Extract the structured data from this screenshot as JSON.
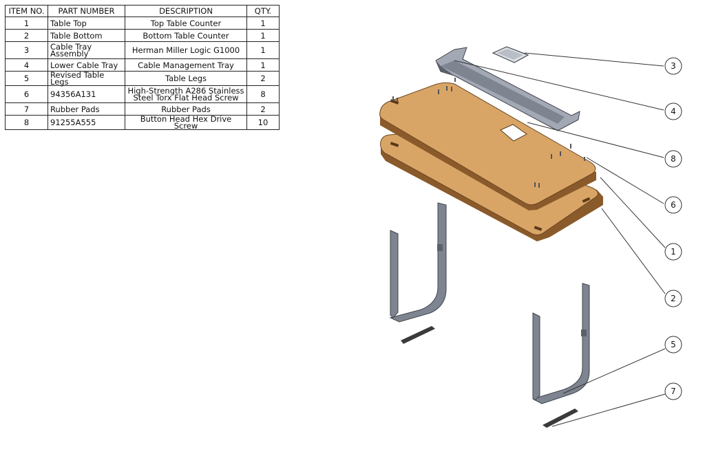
{
  "bom": {
    "headers": [
      "ITEM NO.",
      "PART NUMBER",
      "DESCRIPTION",
      "QTY."
    ],
    "rows": [
      {
        "item": "1",
        "part": "Table Top",
        "description": "Top Table Counter",
        "qty": "1"
      },
      {
        "item": "2",
        "part": "Table Bottom",
        "description": "Bottom Table Counter",
        "qty": "1"
      },
      {
        "item": "3",
        "part": "Cable Tray Assembly",
        "description": "Herman Miller Logic G1000",
        "qty": "1"
      },
      {
        "item": "4",
        "part": "Lower Cable Tray",
        "description": "Cable Management Tray",
        "qty": "1"
      },
      {
        "item": "5",
        "part": "Revised Table Legs",
        "description": "Table Legs",
        "qty": "2"
      },
      {
        "item": "6",
        "part": "94356A131",
        "description": "High-Strength A286 Stainless Steel Torx Flat Head Screw",
        "qty": "8"
      },
      {
        "item": "7",
        "part": "Rubber Pads",
        "description": "Rubber Pads",
        "qty": "2"
      },
      {
        "item": "8",
        "part": "91255A555",
        "description": "Button Head Hex Drive Screw",
        "qty": "10"
      }
    ]
  },
  "balloons": [
    "3",
    "4",
    "8",
    "6",
    "1",
    "2",
    "5",
    "7"
  ],
  "colors": {
    "wood": "#d9a566",
    "wood_edge": "#8a5a2b",
    "metal": "#7e8590",
    "metal_dark": "#3f444c",
    "tray": "#a3a9b4",
    "pad": "#3a3a3a"
  }
}
